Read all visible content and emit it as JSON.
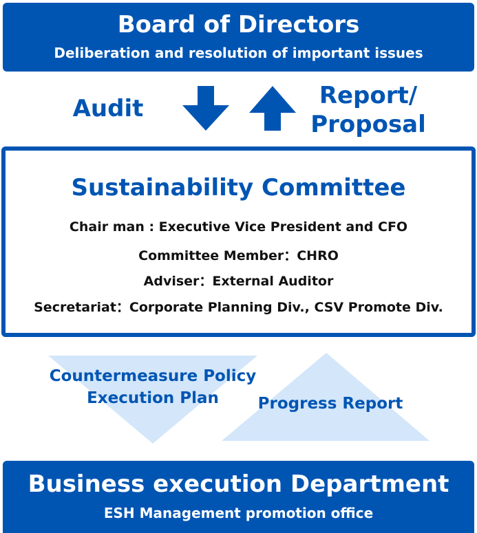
{
  "board": {
    "title": "Board of Directors",
    "subtitle": "Deliberation and resolution of important issues"
  },
  "arrows": {
    "left_label": "Audit",
    "right_label_line1": "Report/",
    "right_label_line2": "Proposal"
  },
  "committee": {
    "title": "Sustainability  Committee",
    "lines": [
      "Chair man : Executive Vice President and CFO",
      "Committee Member：CHRO",
      "Adviser：External Auditor",
      "Secretariat：Corporate Planning Div., CSV Promote Div."
    ]
  },
  "flows": {
    "down_line1": "Countermeasure Policy",
    "down_line2": "Execution Plan",
    "up_label": "Progress Report"
  },
  "department": {
    "title": "Business execution Department",
    "subtitle": "ESH Management promotion office"
  },
  "colors": {
    "primary": "#0055b3",
    "light": "#d3e6fa"
  }
}
